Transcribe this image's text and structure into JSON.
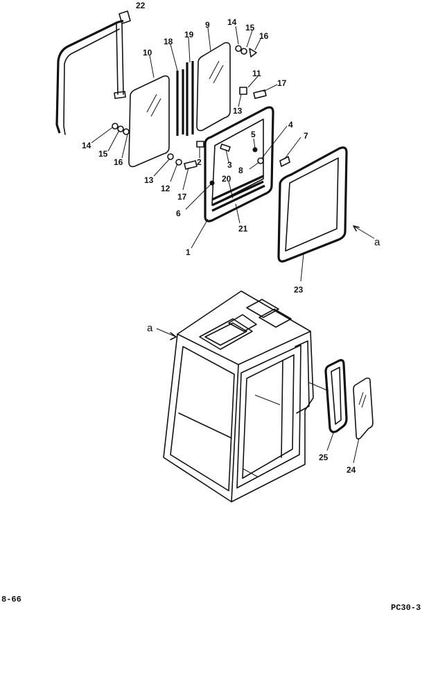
{
  "labels": {
    "n1": "1",
    "n2": "2",
    "n3": "3",
    "n4": "4",
    "n5": "5",
    "n6": "6",
    "n7": "7",
    "n8": "8",
    "n9": "9",
    "n10": "10",
    "n11": "11",
    "n12": "12",
    "n13a": "13",
    "n13b": "13",
    "n14a": "14",
    "n14b": "14",
    "n15a": "15",
    "n15b": "15",
    "n16a": "16",
    "n16b": "16",
    "n17a": "17",
    "n17b": "17",
    "n18": "18",
    "n19": "19",
    "n20": "20",
    "n21": "21",
    "n22": "22",
    "n23": "23",
    "n24": "24",
    "n25": "25",
    "ref_a1": "a",
    "ref_a2": "a"
  },
  "footer": {
    "page_code": "8-66",
    "model": "PC30-3"
  }
}
